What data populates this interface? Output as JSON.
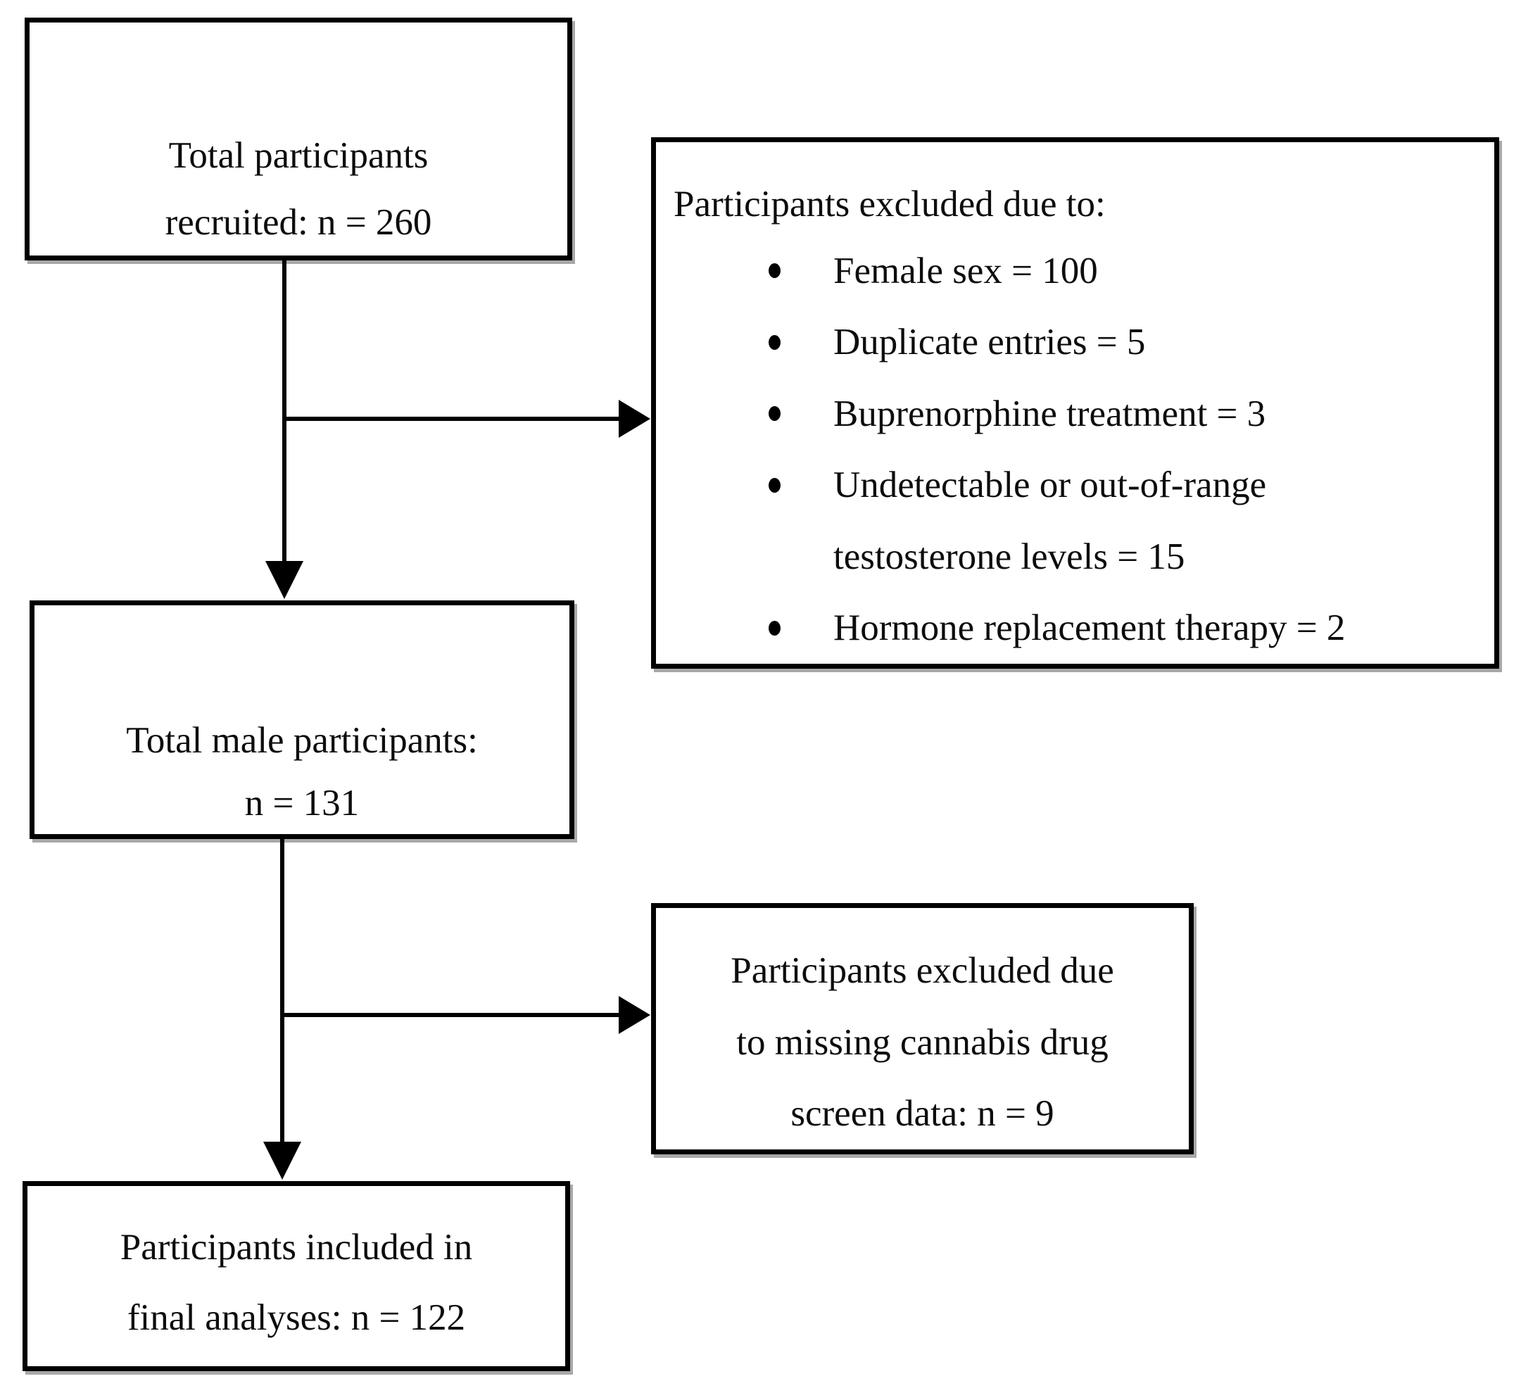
{
  "page": {
    "background_color": "#ffffff",
    "line_color": "#000000",
    "text_color": "#0d0d0d"
  },
  "flow": {
    "box_recruited": {
      "lines": [
        "Total participants",
        "recruited: n = 260"
      ]
    },
    "box_exclusions": {
      "title": "Participants excluded due to:",
      "items": [
        {
          "line1": "Female sex = 100"
        },
        {
          "line1": "Duplicate entries = 5"
        },
        {
          "line1": "Buprenorphine treatment = 3"
        },
        {
          "line1": "Undetectable or out-of-range",
          "line2": "testosterone levels = 15"
        },
        {
          "line1": "Hormone replacement therapy = 2"
        }
      ]
    },
    "box_male": {
      "lines": [
        "Total male participants:",
        "n = 131"
      ]
    },
    "box_cannabis_excluded": {
      "lines": [
        "Participants excluded due",
        "to missing cannabis drug",
        "screen data: n = 9"
      ]
    },
    "box_final": {
      "lines": [
        "Participants included in",
        "final analyses: n = 122"
      ]
    }
  }
}
